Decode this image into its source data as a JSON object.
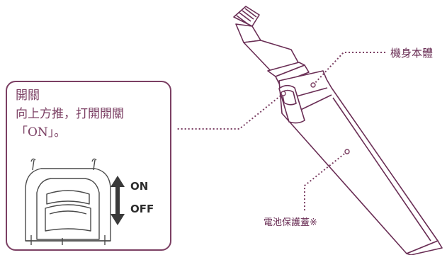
{
  "labels": {
    "body": "機身本體",
    "battery_cover": "電池保護蓋※"
  },
  "callout": {
    "title": "開關",
    "instruction_line1": "向上方推，打開開關",
    "instruction_line2": "「ON」。",
    "on_label": "ON",
    "off_label": "OFF"
  },
  "colors": {
    "accent": "#7b3f63",
    "outline": "#6a2e55",
    "arrow": "#3a3a3a"
  },
  "icons": {
    "switch_arrow": "up-down-arrow-icon"
  }
}
